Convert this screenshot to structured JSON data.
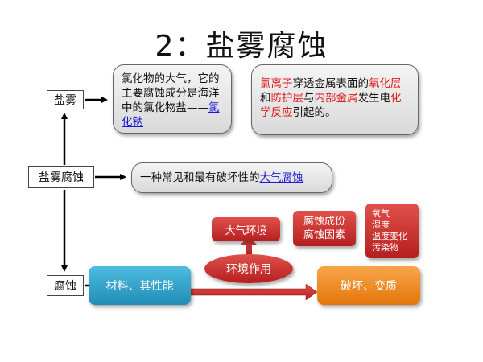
{
  "title": "2：盐雾腐蚀",
  "labels": {
    "salt_fog": "盐雾",
    "salt_fog_corrosion": "盐雾腐蚀",
    "corrosion": "腐蚀"
  },
  "callout_chloride": {
    "text": "氯化物的大气，它的主要腐蚀成分是海洋中的氯化物盐——",
    "link": "氯化钠"
  },
  "callout_mechanism": {
    "p1": "氯离子",
    "p2": "穿透金属表面的",
    "p3": "氧化层",
    "p4": "和",
    "p5": "防护层",
    "p6": "与",
    "p7": "内部金属",
    "p8": "发生电",
    "p9": "化学反应",
    "p10": "引起的。"
  },
  "callout_definition": {
    "text": "一种常见和最有破坏性的",
    "link": "大气腐蚀"
  },
  "flow": {
    "materials": "材料、其性能",
    "environment": "环境作用",
    "result": "破坏、变质",
    "atmosphere": "大气环境",
    "factors_line1": "腐蚀成份",
    "factors_line2": "腐蚀因素",
    "agents": [
      "氧气",
      "湿度",
      "温度变化",
      "污染物"
    ]
  },
  "colors": {
    "red": "#c62b2b",
    "blue": "#2aa3c9",
    "orange": "#f08a1c",
    "link": "#1a1ad6"
  }
}
